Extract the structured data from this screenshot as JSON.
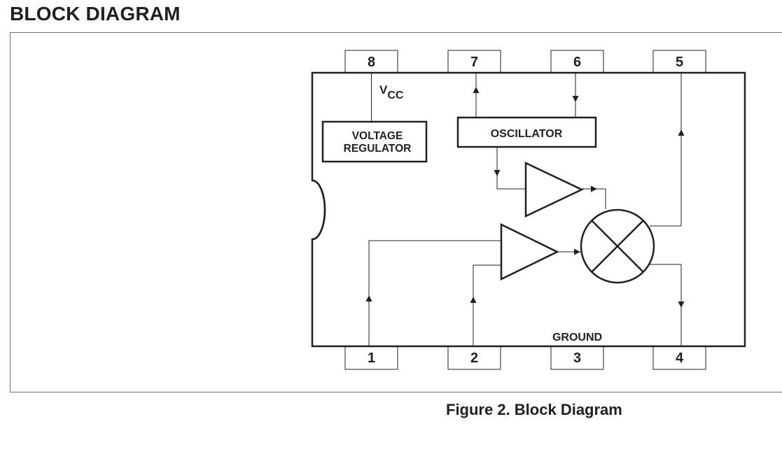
{
  "page": {
    "heading": "BLOCK DIAGRAM",
    "caption": "Figure 2.  Block Diagram"
  },
  "diagram": {
    "pins": {
      "p1": "1",
      "p2": "2",
      "p3": "3",
      "p4": "4",
      "p5": "5",
      "p6": "6",
      "p7": "7",
      "p8": "8"
    },
    "labels": {
      "vcc_main": "V",
      "vcc_sub": "CC",
      "regulator_line1": "VOLTAGE",
      "regulator_line2": "REGULATOR",
      "oscillator": "OSCILLATOR",
      "ground": "GROUND"
    }
  }
}
